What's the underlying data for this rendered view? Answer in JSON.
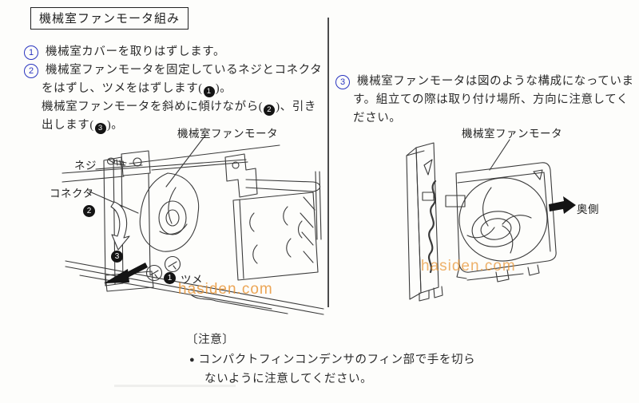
{
  "page": {
    "title": "機械室ファンモータ組み",
    "watermark": "hasiden.com",
    "colors": {
      "accent_blue": "#2a35c0",
      "watermark_orange": "#e8912e",
      "marker_black": "#141414",
      "line_gray": "#3a3a3a",
      "background": "#fdfdfb"
    }
  },
  "steps": {
    "step1": {
      "num": "1",
      "text": "機械室カバーを取りはずします。"
    },
    "step2": {
      "num": "2",
      "line1": "機械室ファンモータを固定しているネジとコネクタ",
      "line2a": "をはずし、ツメをはずします(",
      "m1": "1",
      "line2b": ")。",
      "line3a": "機械室ファンモータを斜めに傾けながら(",
      "m2": "2",
      "line3b": ")、引き",
      "line4a": "出します(",
      "m3": "3",
      "line4b": ")。"
    },
    "step3": {
      "num": "3",
      "line1": "機械室ファンモータは図のような構成になっていま",
      "line2": "す。組立ての際は取り付け場所、方向に注意してく",
      "line3": "ださい。"
    }
  },
  "left_diagram": {
    "label_fan_motor": "機械室ファンモータ",
    "label_screw": "ネジ",
    "label_connector": "コネクタ",
    "label_tab": "ツメ",
    "marker1": "1",
    "marker2": "2",
    "marker3": "3"
  },
  "right_diagram": {
    "label_fan_motor": "機械室ファンモータ",
    "label_back": "奥側"
  },
  "caution": {
    "heading": "〔注意〕",
    "bullet": "●",
    "line1": "コンパクトフィンコンデンサのフィン部で手を切ら",
    "line2": "ないように注意してください。"
  }
}
